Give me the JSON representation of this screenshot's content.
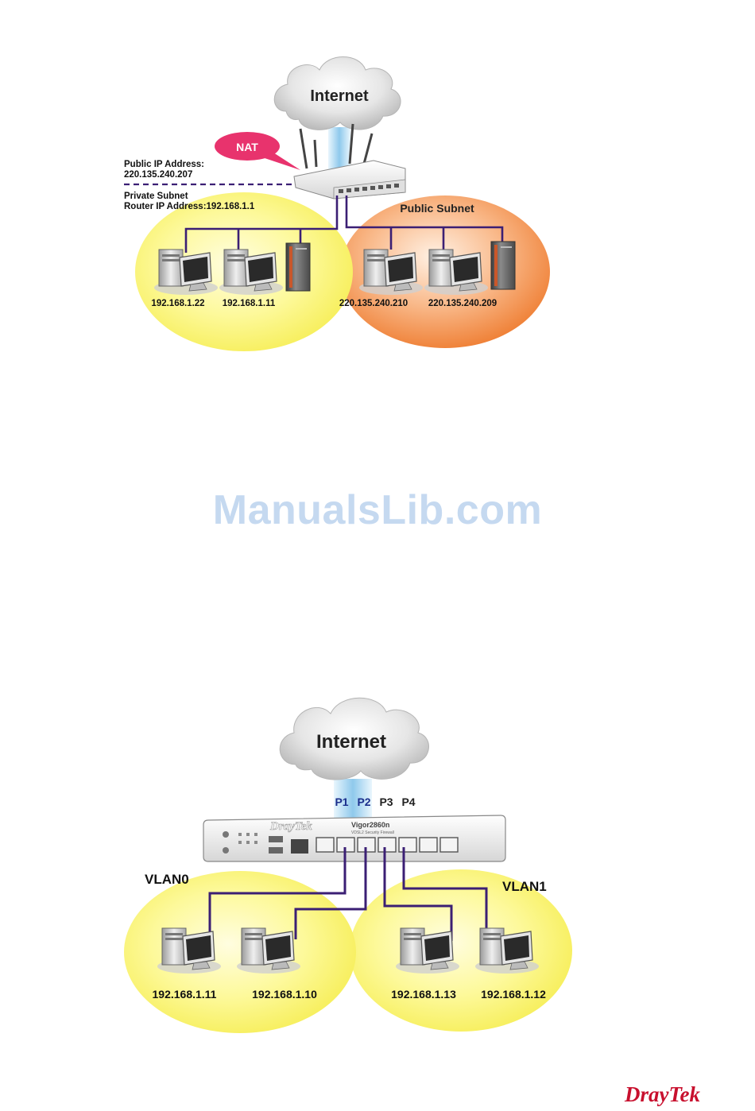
{
  "diagram1": {
    "internet_label": "Internet",
    "nat_label": "NAT",
    "public_ip_label": "Public IP Address:",
    "public_ip_value": "220.135.240.207",
    "private_subnet_label": "Private Subnet",
    "router_ip_label": "Router IP Address:192.168.1.1",
    "public_subnet_label": "Public Subnet",
    "hosts": [
      {
        "ip": "192.168.1.22"
      },
      {
        "ip": "192.168.1.11"
      },
      {
        "ip": "220.135.240.210"
      },
      {
        "ip": "220.135.240.209"
      }
    ]
  },
  "watermark": "ManualsLib.com",
  "diagram2": {
    "internet_label": "Internet",
    "ports": [
      "P1",
      "P2",
      "P3",
      "P4"
    ],
    "router_brand": "DrayTek",
    "router_model": "Vigor2860n",
    "router_subtitle": "VDSL2 Security Firewall",
    "vlan0_label": "VLAN0",
    "vlan1_label": "VLAN1",
    "hosts": [
      {
        "ip": "192.168.1.11"
      },
      {
        "ip": "192.168.1.10"
      },
      {
        "ip": "192.168.1.13"
      },
      {
        "ip": "192.168.1.12"
      }
    ]
  },
  "logo": "DrayTek",
  "colors": {
    "private_zone": "#fbf680",
    "public_zone": "#f49a4e",
    "cable": "#3b1f74",
    "nat_bubble": "#e8336d",
    "cloud": "#d9d9d9",
    "uplink": "#a9d4ef",
    "logo": "#c8102e"
  }
}
